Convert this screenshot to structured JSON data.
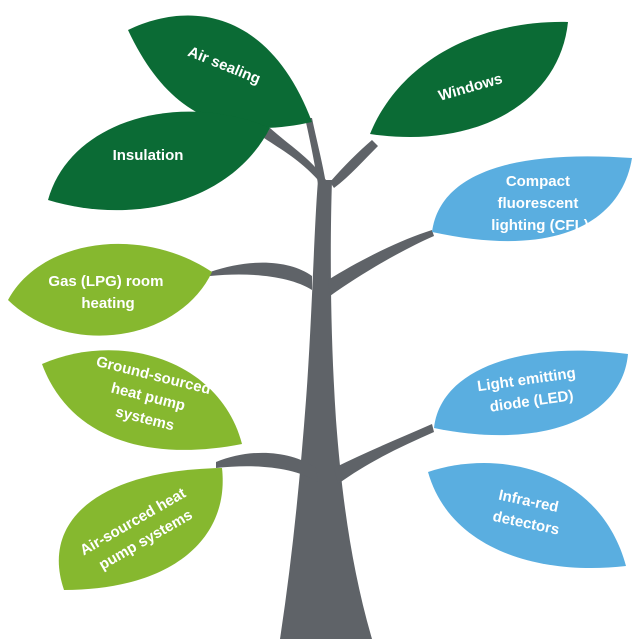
{
  "colors": {
    "trunk": "#5f6368",
    "dark_green": "#0b6b35",
    "light_green": "#86b82f",
    "light_blue": "#5aaee0"
  },
  "leaves": {
    "air_sealing": {
      "lines": [
        "Air sealing"
      ]
    },
    "insulation": {
      "lines": [
        "Insulation"
      ]
    },
    "windows": {
      "lines": [
        "Windows"
      ]
    },
    "cfl": {
      "lines": [
        "Compact",
        "fluorescent",
        "lighting (CFL)"
      ]
    },
    "lpg": {
      "lines": [
        "Gas (LPG) room",
        "heating"
      ]
    },
    "ground": {
      "lines": [
        "Ground-sourced",
        "heat pump",
        "systems"
      ]
    },
    "led": {
      "lines": [
        "Light emitting",
        "diode (LED)"
      ]
    },
    "infrared": {
      "lines": [
        "Infra-red",
        "detectors"
      ]
    },
    "air_sourced": {
      "lines": [
        "Air-sourced heat",
        "pump systems"
      ]
    }
  }
}
